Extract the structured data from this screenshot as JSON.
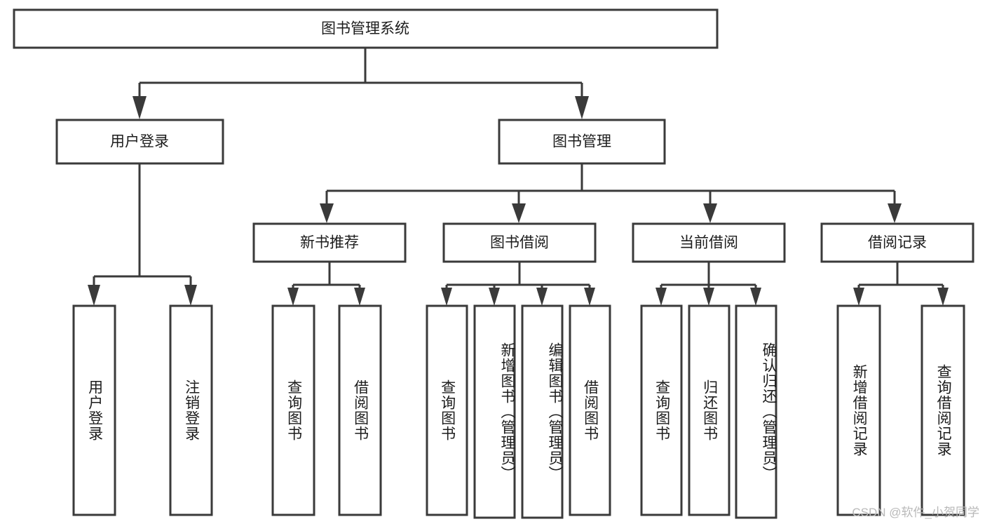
{
  "diagram": {
    "title": "图书管理系统",
    "type": "tree-hierarchy",
    "watermark": "CSDN @软件_小贺同学",
    "colors": {
      "stroke": "#3a3a3a",
      "fill": "#ffffff",
      "text": "#1c1c1c",
      "watermark": "#b9b9b9"
    },
    "root": {
      "label": "图书管理系统"
    },
    "level2": [
      {
        "label": "用户登录"
      },
      {
        "label": "图书管理"
      }
    ],
    "level3": [
      {
        "label": "新书推荐"
      },
      {
        "label": "图书借阅"
      },
      {
        "label": "当前借阅"
      },
      {
        "label": "借阅记录"
      }
    ],
    "leaves": {
      "user_login": [
        {
          "label": "用户登录"
        },
        {
          "label": "注销登录"
        }
      ],
      "new_book_recommend": [
        {
          "label": "查询图书"
        },
        {
          "label": "借阅图书"
        }
      ],
      "book_borrow": [
        {
          "label": "查询图书"
        },
        {
          "label": "新增图书（管理员）"
        },
        {
          "label": "编辑图书（管理员）"
        },
        {
          "label": "借阅图书"
        }
      ],
      "current_borrow": [
        {
          "label": "查询图书"
        },
        {
          "label": "归还图书"
        },
        {
          "label": "确认归还（管理员）"
        }
      ],
      "borrow_record": [
        {
          "label": "新增借阅记录"
        },
        {
          "label": "查询借阅记录"
        }
      ]
    }
  }
}
